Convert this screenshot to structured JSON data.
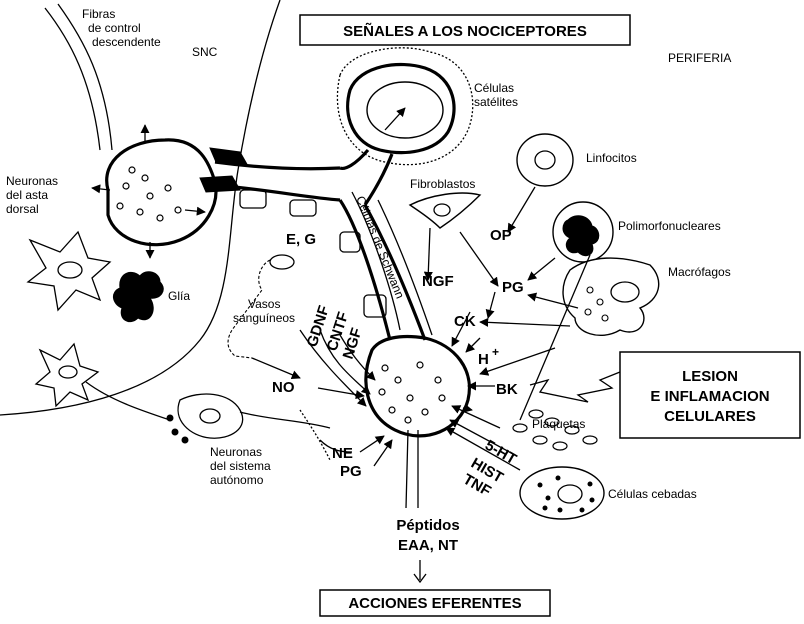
{
  "title_top": "SEÑALES A LOS NOCICEPTORES",
  "title_bottom": "ACCIONES EFERENTES",
  "lesion_box": [
    "LESION",
    "E INFLAMACION",
    "CELULARES"
  ],
  "regions": {
    "snc": "SNC",
    "periferia": "PERIFERIA"
  },
  "labels": {
    "fibras": [
      "Fibras",
      "de control",
      "descendente"
    ],
    "neuronas_asta": [
      "Neuronas",
      "del asta",
      "dorsal"
    ],
    "glia": "Glía",
    "celulas_satelites": [
      "Células",
      "satélites"
    ],
    "linfocitos": "Linfocitos",
    "fibroblastos": "Fibroblastos",
    "polimorfonucleares": "Polimorfonucleares",
    "macrofagos": "Macrófagos",
    "schwann": "Células de Schwann",
    "vasos": [
      "Vasos",
      "sanguíneos"
    ],
    "plaquetas": "Plaquetas",
    "celulas_cebadas": "Células cebadas",
    "neuronas_autonomo": [
      "Neuronas",
      "del sistema",
      "autónomo"
    ]
  },
  "signals": {
    "eg": "E, G",
    "op": "OP",
    "ngf_right": "NGF",
    "pg_right": "PG",
    "ck": "CK",
    "h": "H",
    "h_sup": "+",
    "bk": "BK",
    "gdnf": "GDNF",
    "cntf": "CNTF",
    "ngf_left": "NGF",
    "no": "NO",
    "ne": "NE",
    "pg_left": "PG",
    "ht": "5-HT",
    "hist": "HIST",
    "tnf": "TNF",
    "peptidos": "Péptidos",
    "eaa": "EAA, NT"
  }
}
